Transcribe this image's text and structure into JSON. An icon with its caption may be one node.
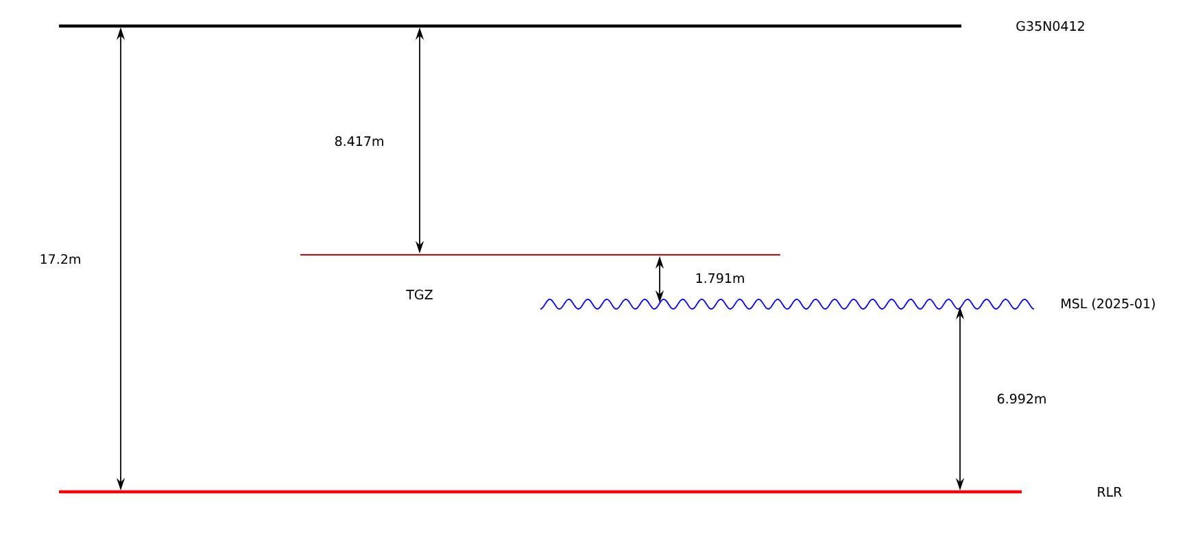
{
  "diagram": {
    "labels": [
      "G35N0412",
      "8.417m",
      "17.2m",
      "TGZ",
      "1.791m",
      "MSL (2025-01)",
      "6.992m",
      "RLR"
    ]
  }
}
